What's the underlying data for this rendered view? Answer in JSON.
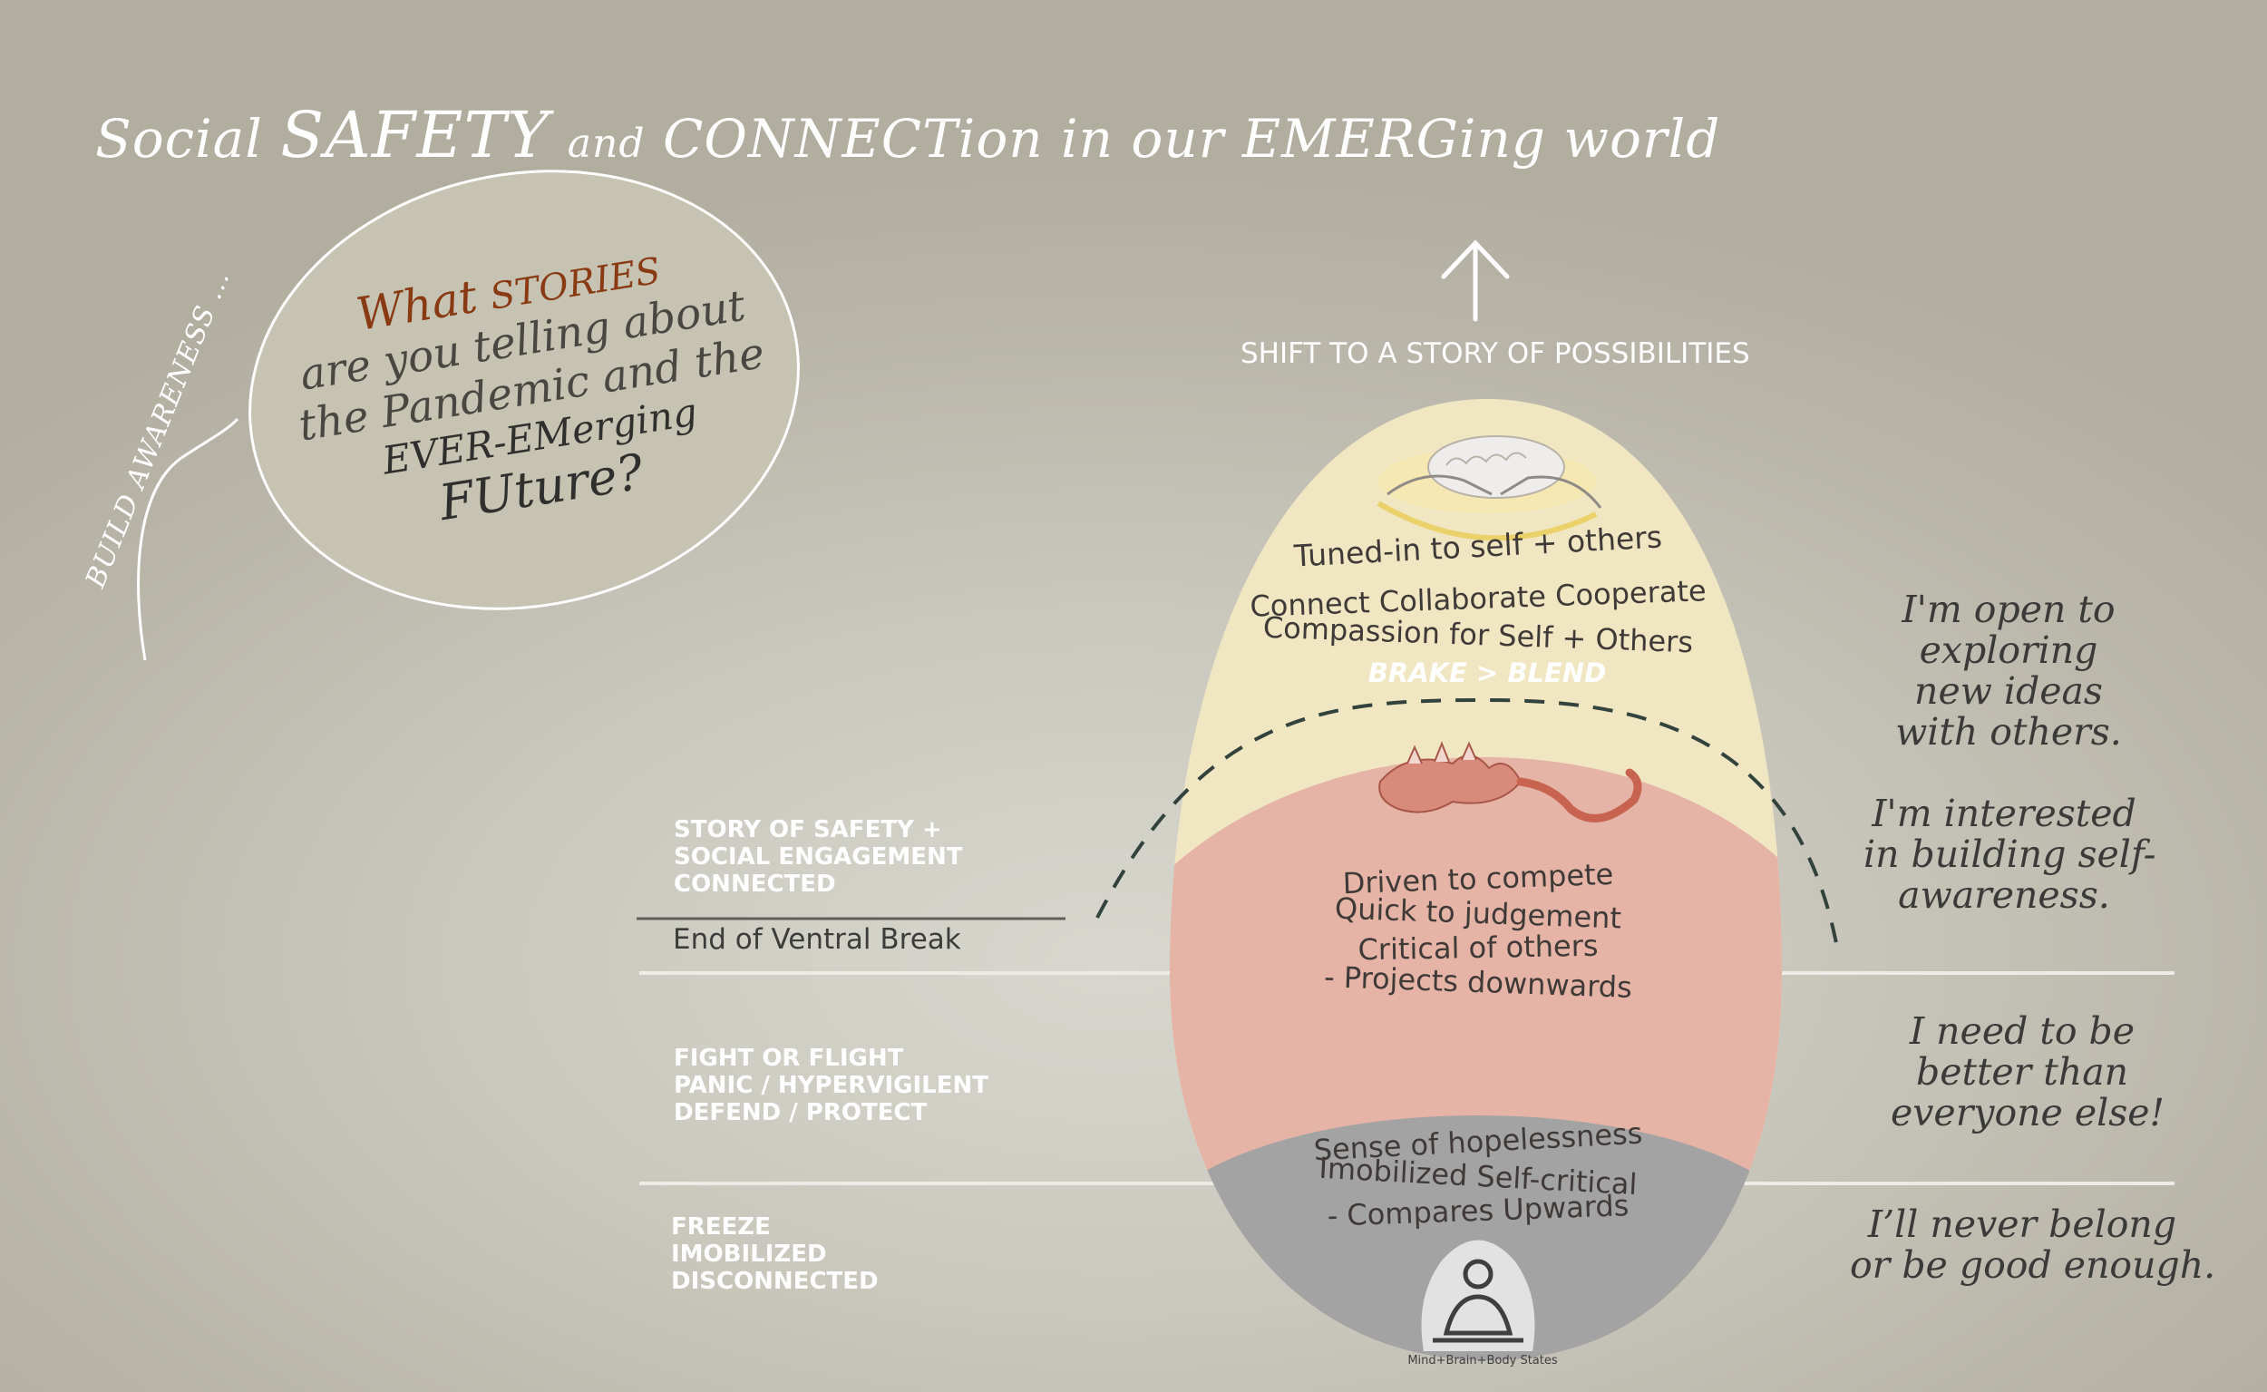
{
  "title": {
    "part1": "Social",
    "part2": "SAFETY",
    "part3": "and",
    "part4": "CONNECTion in our EMERGing world"
  },
  "speech_bubble": {
    "side_label": "BUILD AWARENESS ...",
    "line1_a": "What",
    "line1_b": "STORIES",
    "line2": "are you telling about",
    "line3": "the Pandemic and the",
    "line4": "EVER-EMerging",
    "line5": "FUture?"
  },
  "top_arrow_label": "SHIFT TO A STORY OF POSSIBILITIES",
  "left_states": {
    "ventral": [
      "STORY OF SAFETY +",
      "SOCIAL ENGAGEMENT",
      "CONNECTED"
    ],
    "ventral_end": "End of Ventral Break",
    "sympathetic": [
      "FIGHT OR FLIGHT",
      "PANIC / HYPERVIGILENT",
      "DEFEND / PROTECT"
    ],
    "dorsal": [
      "FREEZE",
      "IMOBILIZED",
      "DISCONNECTED"
    ]
  },
  "egg": {
    "top_lines": [
      "Tuned-in to self + others",
      "Connect  Collaborate  Cooperate",
      "Compassion for  Self + Others"
    ],
    "brake_label": "BRAKE > BLEND",
    "middle_lines": [
      "Driven to compete",
      "Quick to judgement",
      "Critical of others",
      "- Projects downwards"
    ],
    "bottom_lines": [
      "Sense of hopelessness",
      "Imobilized  Self-critical",
      "- Compares Upwards"
    ],
    "logo_caption": "Mind+Brain+Body States"
  },
  "right_quotes": {
    "q1": [
      "I'm open to",
      "exploring",
      "new ideas",
      "with others."
    ],
    "q2": [
      "I'm interested",
      "in building self-",
      "awareness."
    ],
    "q3": [
      "I need to be",
      "better than",
      "everyone else!"
    ],
    "q4": [
      "I’ll never belong",
      "or be good enough."
    ]
  },
  "colors": {
    "ventral_zone": "#f2e6c3",
    "sympathetic_zone": "#e4b3a6",
    "dorsal_zone": "#a3a2a2",
    "accent_story": "#8a3a12"
  }
}
